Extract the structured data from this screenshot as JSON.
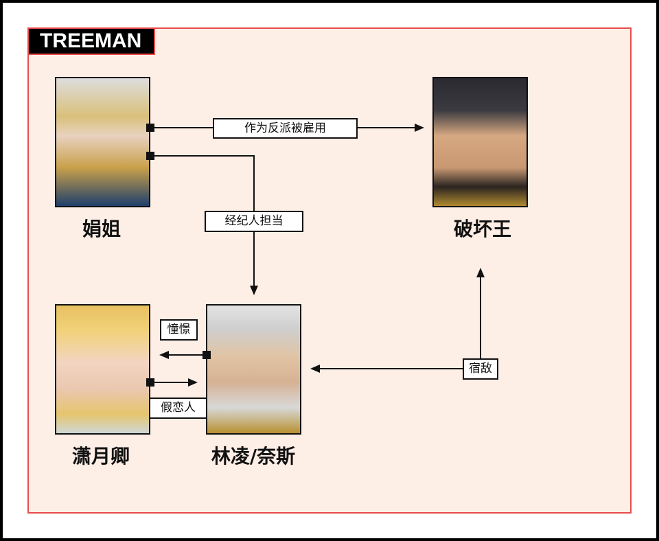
{
  "title": "TREEMAN",
  "characters": {
    "juanjie": "娟姐",
    "pohuaiwang": "破坏王",
    "xiaoyueqing": "潇月卿",
    "linling": "林凌/奈斯"
  },
  "relations": {
    "hired": "作为反派被雇用",
    "manager": "经纪人担当",
    "admire": "憧憬",
    "fake_lover": "假恋人",
    "rival": "宿敌"
  },
  "colors": {
    "border": "#e84a4a",
    "panel": "#fdeee6"
  }
}
